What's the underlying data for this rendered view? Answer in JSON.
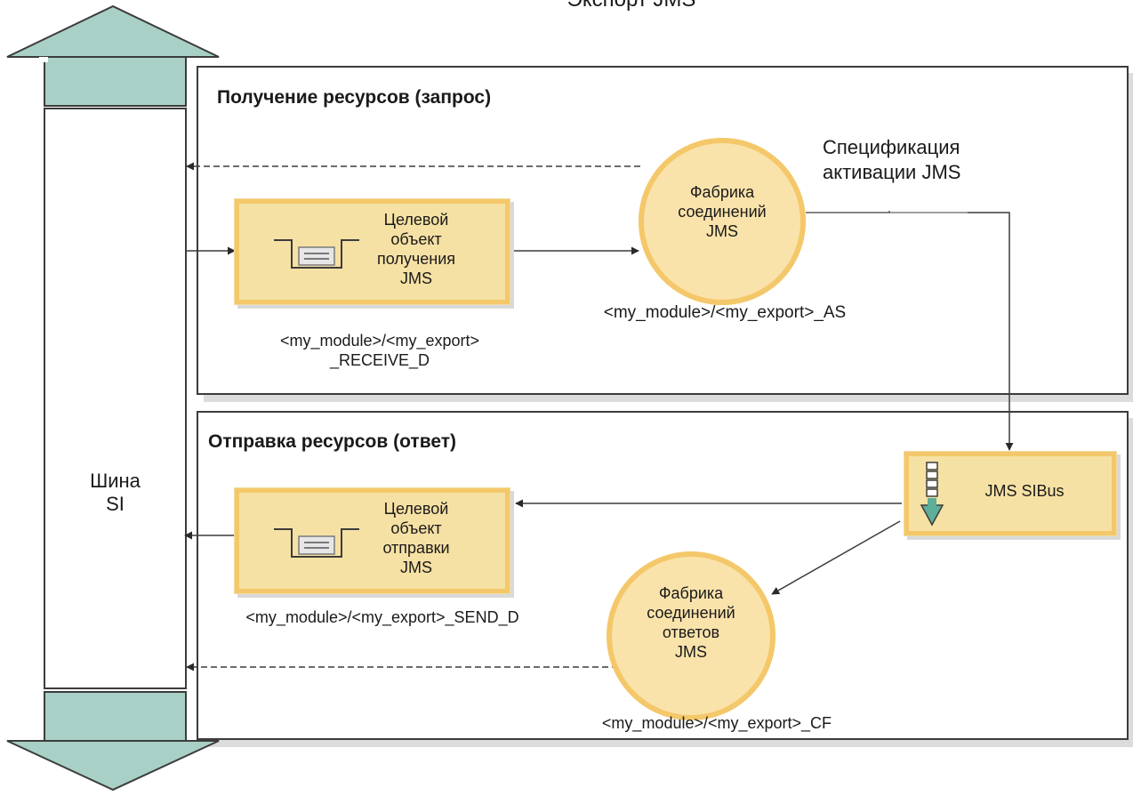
{
  "title": "Экспорт JMS",
  "bus": {
    "label_line1": "Шина",
    "label_line2": "SI"
  },
  "receive": {
    "title": "Получение ресурсов (запрос)",
    "dest_label": [
      "Целевой",
      "объект",
      "получения",
      "JMS"
    ],
    "dest_name_line1": "<my_module>/<my_export>",
    "dest_name_line2": "_RECEIVE_D",
    "factory_label": [
      "Фабрика",
      "соединений",
      "JMS"
    ],
    "factory_name": "<my_module>/<my_export>_AS",
    "activation_spec": [
      "Спецификация",
      "активации JMS"
    ]
  },
  "send": {
    "title": "Отправка ресурсов (ответ)",
    "dest_label": [
      "Целевой",
      "объект",
      "отправки",
      "JMS"
    ],
    "dest_name": "<my_module>/<my_export>_SEND_D",
    "factory_label": [
      "Фабрика",
      "соединений",
      "ответов",
      "JMS"
    ],
    "factory_name": "<my_module>/<my_export>_CF",
    "sibus_label": "JMS SIBus"
  },
  "colors": {
    "arrow_fill": "#a9d0c6",
    "box_fill": "#f6e1a4",
    "box_border": "#f4c86a",
    "circle_fill": "#fae3ab",
    "sibus_arrow": "#5fae9a",
    "line": "#3c3c3c"
  },
  "icons": [
    "queue-icon",
    "sibus-queue-icon"
  ]
}
